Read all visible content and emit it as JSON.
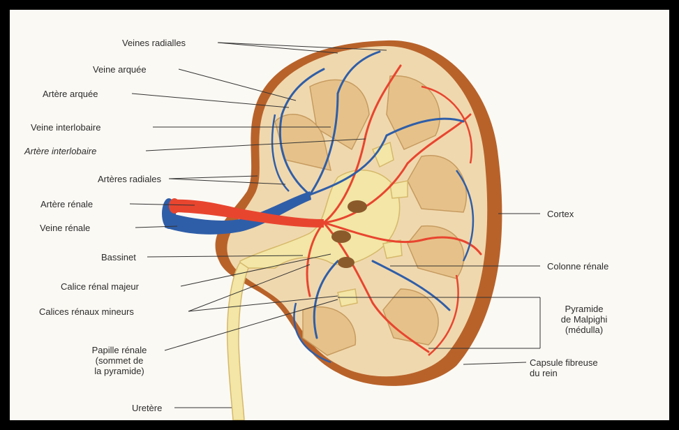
{
  "labels": {
    "veines_radiales": "Veines radialles",
    "veine_arquee": "Veine arquée",
    "artere_arquee": "Artère arquée",
    "veine_interlobaire": "Veine interlobaire",
    "artere_interlobaire": "Artère interlobaire",
    "arteres_radiales": "Artères radiales",
    "artere_renale": "Artère rénale",
    "veine_renale": "Veine rénale",
    "bassinet": "Bassinet",
    "calice_majeur": "Calice rénal majeur",
    "calices_mineurs": "Calices rénaux mineurs",
    "papille_1": "Papille rénale",
    "papille_2": "(sommet de",
    "papille_3": "la pyramide)",
    "uretere": "Uretère",
    "cortex": "Cortex",
    "colonne_renale": "Colonne rénale",
    "pyramide_1": "Pyramide",
    "pyramide_2": "de Malpighi",
    "pyramide_3": "(médulla)",
    "capsule_1": "Capsule fibreuse",
    "capsule_2": "du rein"
  },
  "colors": {
    "artery": "#e8452f",
    "vein": "#2f5ea8",
    "parenchyma": "#f0d8ae",
    "capsule": "#b8622a",
    "pelvis": "#f3e6a6"
  }
}
